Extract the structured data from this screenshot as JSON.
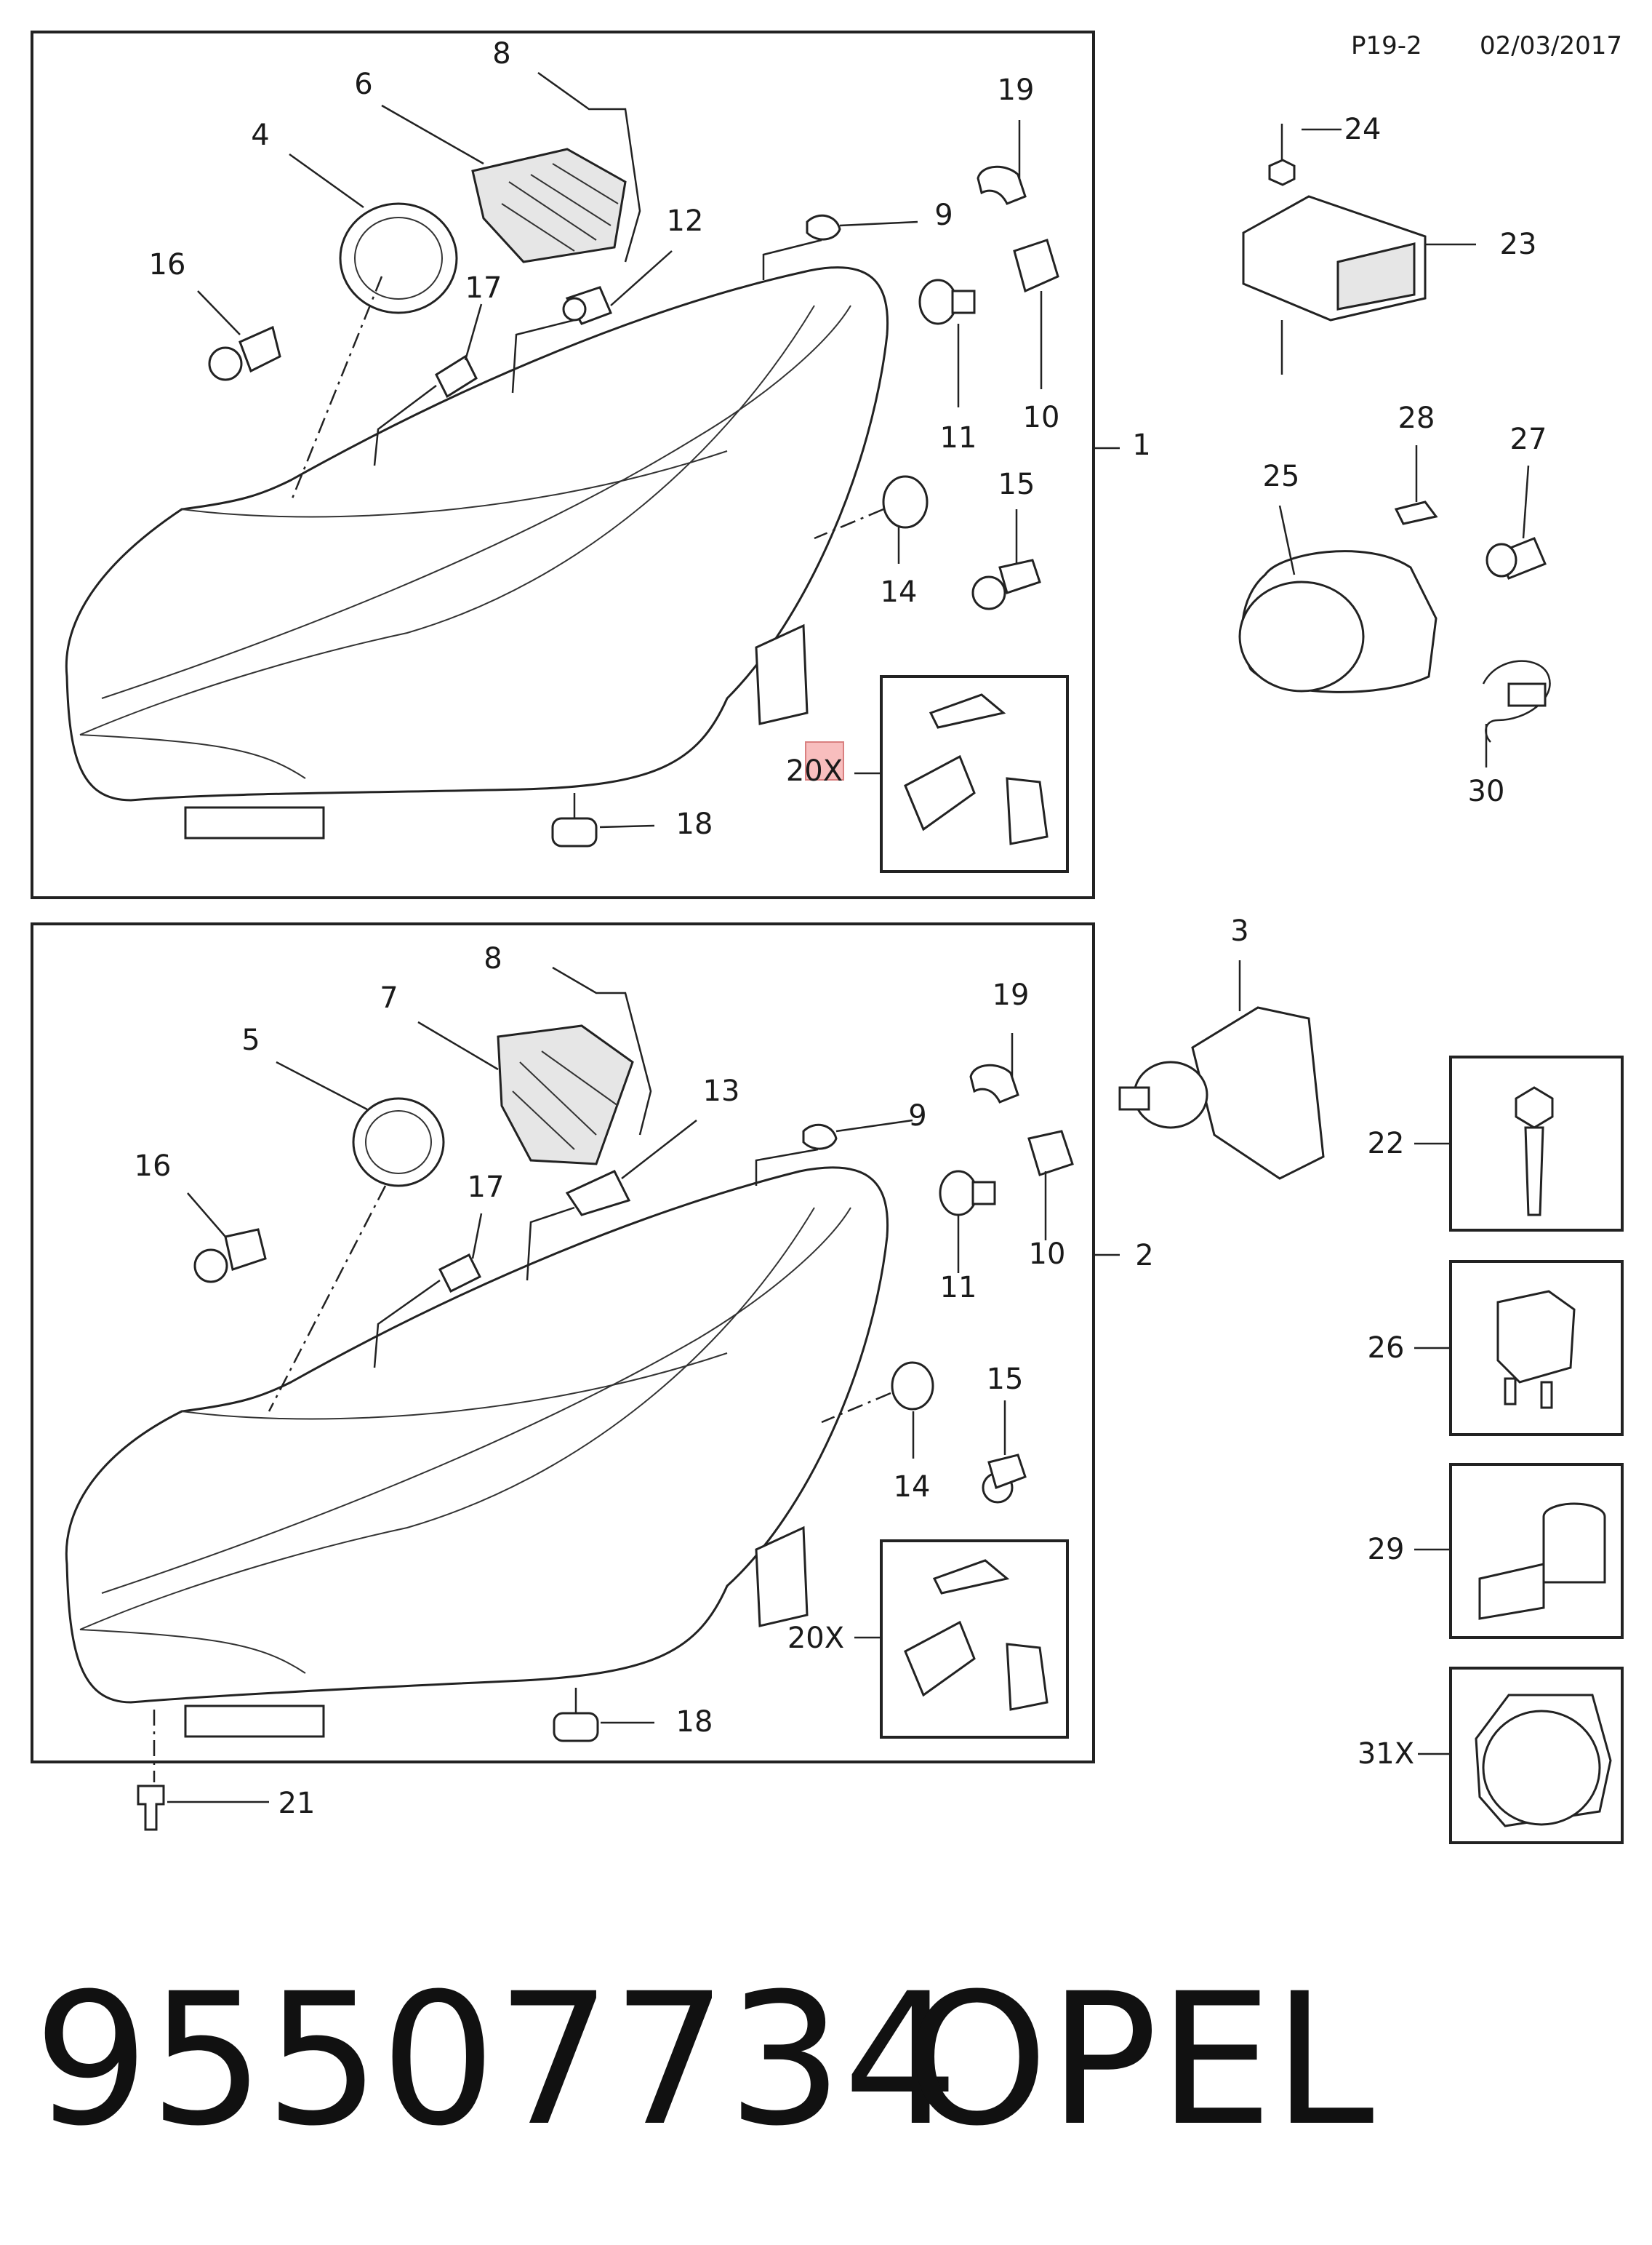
{
  "header": {
    "page_ref": "P19-2",
    "date": "02/03/2017"
  },
  "footer": {
    "part_number": "95507734",
    "brand": "OPEL"
  },
  "callouts": {
    "c1": "1",
    "c2": "2",
    "c3": "3",
    "c4": "4",
    "c5": "5",
    "c6": "6",
    "c7": "7",
    "c8": "8",
    "c9": "9",
    "c10": "10",
    "c11": "11",
    "c12": "12",
    "c13": "13",
    "c14": "14",
    "c15": "15",
    "c16": "16",
    "c17": "17",
    "c18": "18",
    "c19": "19",
    "c20x": "20X",
    "c21": "21",
    "c22": "22",
    "c23": "23",
    "c24": "24",
    "c25": "25",
    "c26": "26",
    "c27": "27",
    "c28": "28",
    "c29": "29",
    "c30": "30",
    "c31x": "31X"
  }
}
